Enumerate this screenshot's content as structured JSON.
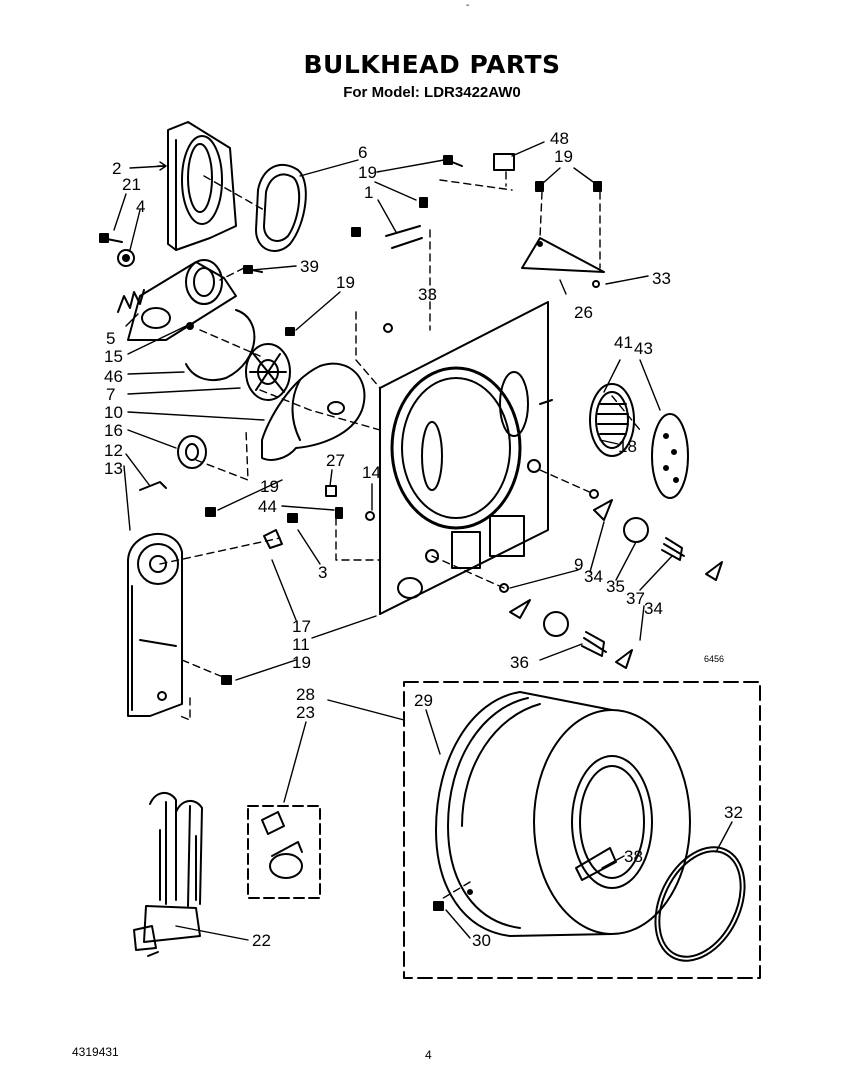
{
  "header": {
    "title": "BULKHEAD PARTS",
    "subtitle": "For Model: LDR3422AW0",
    "top_mark": "-"
  },
  "callouts": [
    {
      "id": "c2",
      "text": "2"
    },
    {
      "id": "c21",
      "text": "21"
    },
    {
      "id": "c4",
      "text": "4"
    },
    {
      "id": "c6",
      "text": "6"
    },
    {
      "id": "c19a",
      "text": "19"
    },
    {
      "id": "c1",
      "text": "1"
    },
    {
      "id": "c48",
      "text": "48"
    },
    {
      "id": "c19b",
      "text": "19"
    },
    {
      "id": "c39",
      "text": "39"
    },
    {
      "id": "c19c",
      "text": "19"
    },
    {
      "id": "c33a",
      "text": "33"
    },
    {
      "id": "c33b",
      "text": "33"
    },
    {
      "id": "c26",
      "text": "26"
    },
    {
      "id": "c5",
      "text": "5"
    },
    {
      "id": "c15",
      "text": "15"
    },
    {
      "id": "c46",
      "text": "46"
    },
    {
      "id": "c7",
      "text": "7"
    },
    {
      "id": "c10",
      "text": "10"
    },
    {
      "id": "c16",
      "text": "16"
    },
    {
      "id": "c12",
      "text": "12"
    },
    {
      "id": "c13",
      "text": "13"
    },
    {
      "id": "c27",
      "text": "27"
    },
    {
      "id": "c14",
      "text": "14"
    },
    {
      "id": "c41",
      "text": "41"
    },
    {
      "id": "c43",
      "text": "43"
    },
    {
      "id": "c18",
      "text": "18"
    },
    {
      "id": "c19d",
      "text": "19"
    },
    {
      "id": "c44",
      "text": "44"
    },
    {
      "id": "c3",
      "text": "3"
    },
    {
      "id": "c9",
      "text": "9"
    },
    {
      "id": "c34a",
      "text": "34"
    },
    {
      "id": "c35",
      "text": "35"
    },
    {
      "id": "c37",
      "text": "37"
    },
    {
      "id": "c34b",
      "text": "34"
    },
    {
      "id": "c17",
      "text": "17"
    },
    {
      "id": "c11",
      "text": "11"
    },
    {
      "id": "c19e",
      "text": "19"
    },
    {
      "id": "c36",
      "text": "36"
    },
    {
      "id": "c28",
      "text": "28"
    },
    {
      "id": "c23",
      "text": "23"
    },
    {
      "id": "c29",
      "text": "29"
    },
    {
      "id": "c32",
      "text": "32"
    },
    {
      "id": "c38",
      "text": "38"
    },
    {
      "id": "c30",
      "text": "30"
    },
    {
      "id": "c22",
      "text": "22"
    }
  ],
  "figure_code": "6456",
  "footer": {
    "doc_number": "4319431",
    "page_number": "4"
  }
}
